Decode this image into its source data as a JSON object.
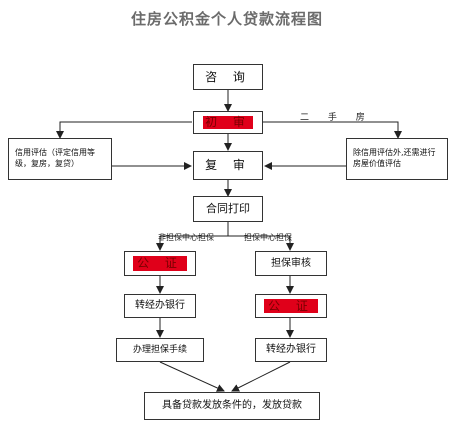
{
  "title": "住房公积金个人贷款流程图",
  "nodes": {
    "consult": "咨 询",
    "first_review": "初 审",
    "credit_eval": "信用评估（评定信用等级，复房，复贷）",
    "second_review": "复 审",
    "second_hand_eval": "除信用评估外,还需进行房屋价值评估",
    "contract_print": "合同打印",
    "notarize": "公 证",
    "guarantee_review": "担保审核",
    "to_bank_left": "转经办银行",
    "guarantee_procedure": "办理担保手续",
    "notarize2": "公 证",
    "to_bank_right": "转经办银行",
    "loan_release": "具备贷款发放条件的，发放贷款"
  },
  "annotations": {
    "second_hand": "二 手 房",
    "non_center_guarantee": "非担保中心担保",
    "center_guarantee": "担保中心担保"
  },
  "colors": {
    "redacted": "#e0001a",
    "line": "#222222",
    "title": "#6b6b6b"
  }
}
